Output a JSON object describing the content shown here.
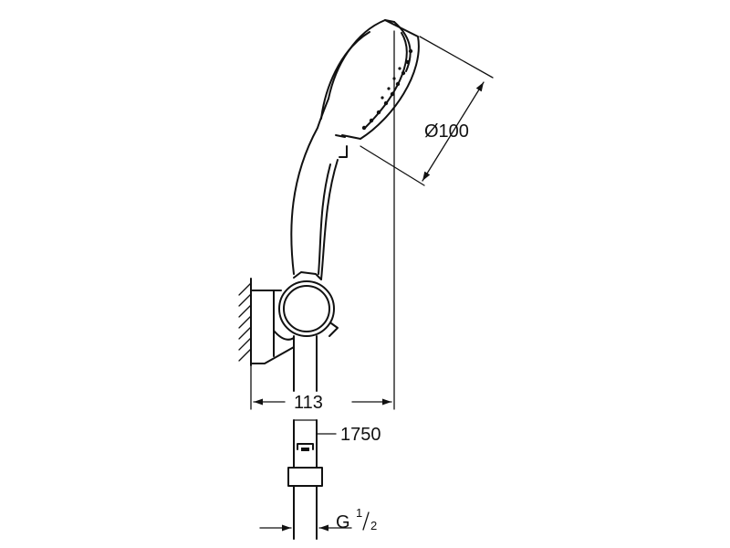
{
  "dimensions": {
    "head_diameter": "Ø100",
    "projection": "113",
    "hose_length": "1750",
    "thread_prefix": "G",
    "thread_numerator": "1",
    "thread_denominator": "2"
  },
  "colors": {
    "line": "#111111",
    "background": "#ffffff"
  }
}
